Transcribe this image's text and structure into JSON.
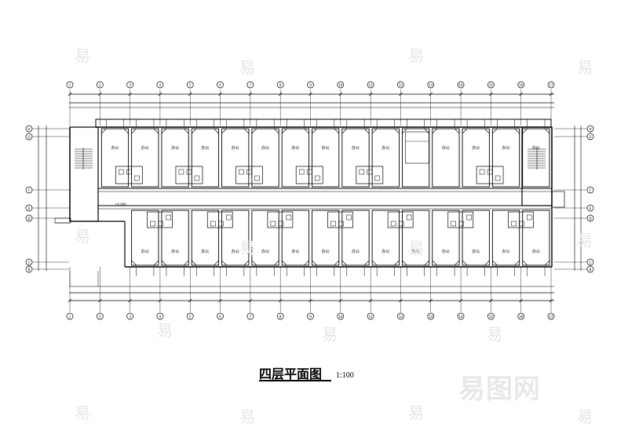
{
  "drawing": {
    "title": "四层平面图",
    "scale": "1:100",
    "room_label": "办公",
    "level_label": "±0.000"
  },
  "watermark": {
    "glyph": "易",
    "logo": "易图网"
  },
  "axes": {
    "top": [
      "1",
      "2",
      "3",
      "4",
      "5",
      "6",
      "7",
      "8",
      "9",
      "10",
      "11",
      "12",
      "13",
      "14",
      "15",
      "16",
      "17"
    ],
    "left": [
      "H",
      "G",
      "F",
      "E",
      "D",
      "C",
      "B",
      "A"
    ],
    "right": [
      "H",
      "G",
      "F",
      "E",
      "D",
      "C",
      "B",
      "A"
    ]
  },
  "colors": {
    "line": "#000000",
    "watermark": "#e6e6e6"
  }
}
